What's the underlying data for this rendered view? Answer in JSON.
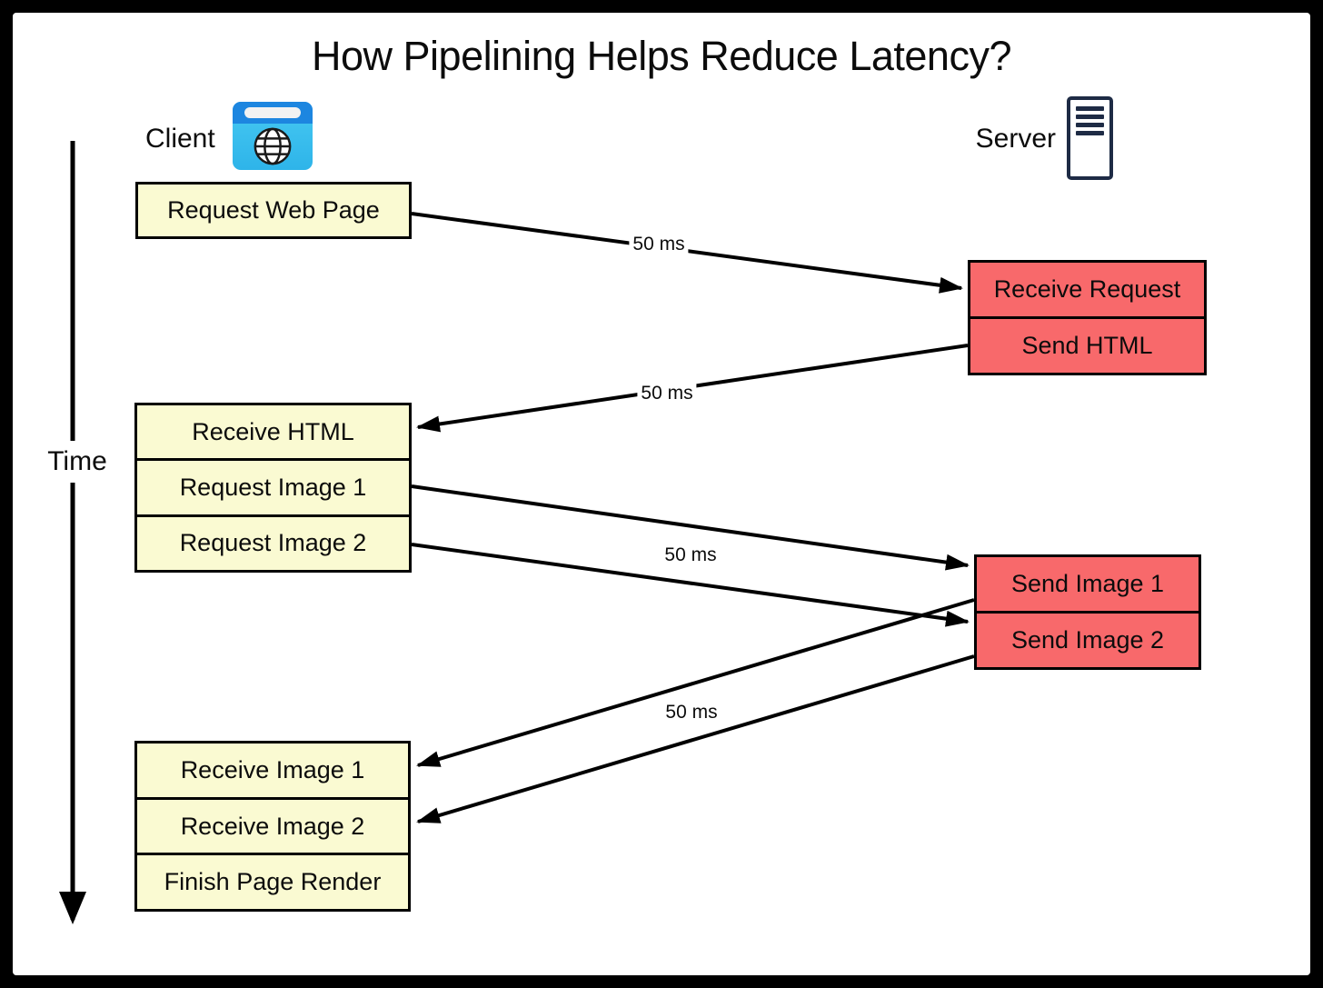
{
  "title": "How Pipelining Helps Reduce Latency?",
  "client": {
    "label": "Client",
    "icon": "browser-icon"
  },
  "server": {
    "label": "Server",
    "icon": "server-icon"
  },
  "time_axis": {
    "label": "Time"
  },
  "client_steps": {
    "request_web_page": "Request Web Page",
    "receive_html": "Receive HTML",
    "request_image_1": "Request Image 1",
    "request_image_2": "Request Image 2",
    "receive_image_1": "Receive Image 1",
    "receive_image_2": "Receive Image 2",
    "finish_page_render": "Finish Page Render"
  },
  "server_steps": {
    "receive_request": "Receive Request",
    "send_html": "Send HTML",
    "send_image_1": "Send Image 1",
    "send_image_2": "Send Image 2"
  },
  "arrow_labels": [
    "50 ms",
    "50 ms",
    "50 ms",
    "50 ms"
  ],
  "colors": {
    "client_step_fill": "#FAFAD2",
    "server_step_fill": "#F8696B",
    "line_stroke": "#000000",
    "browser_header_blue": "#1D86E0",
    "browser_body_blue": "#3BC1EE",
    "server_icon_navy": "#1E2B45",
    "frame": "#000000"
  }
}
